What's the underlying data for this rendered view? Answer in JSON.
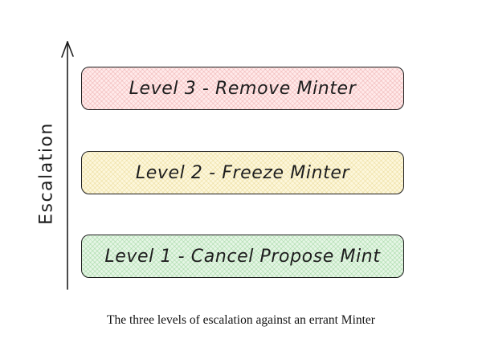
{
  "diagram": {
    "axis_label": "Escalation",
    "levels": [
      {
        "label": "Level 3 - Remove Minter",
        "color": "#ffeaea"
      },
      {
        "label": "Level 2 - Freeze Minter",
        "color": "#fdf7dc"
      },
      {
        "label": "Level 1 - Cancel Propose Mint",
        "color": "#e6f6e6"
      }
    ]
  },
  "caption": "The three levels of escalation against an errant Minter"
}
